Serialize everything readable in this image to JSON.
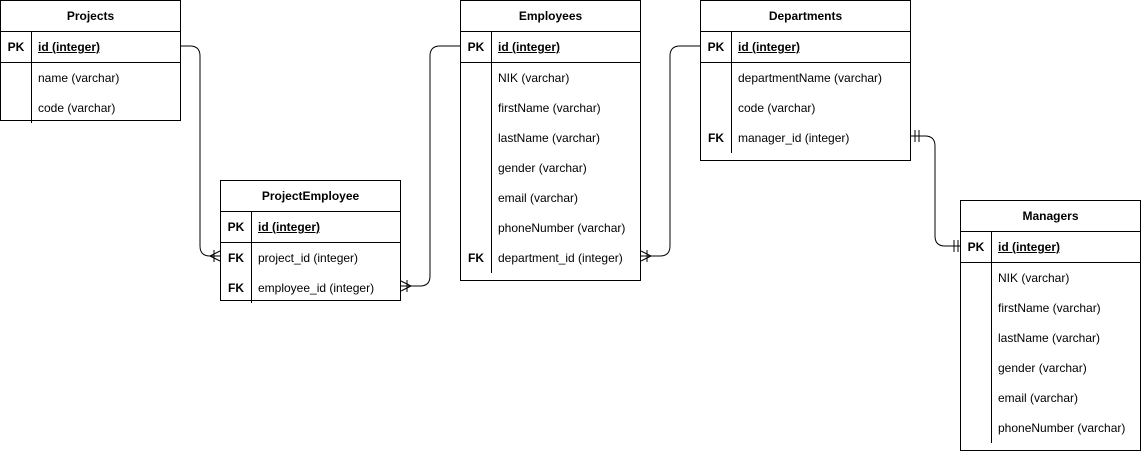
{
  "entities": {
    "projects": {
      "title": "Projects",
      "rows": [
        {
          "key": "PK",
          "field": "id (integer)"
        },
        {
          "key": "",
          "field": "name (varchar)"
        },
        {
          "key": "",
          "field": "code (varchar)"
        }
      ]
    },
    "project_employee": {
      "title": "ProjectEmployee",
      "rows": [
        {
          "key": "PK",
          "field": "id (integer)"
        },
        {
          "key": "FK",
          "field": "project_id (integer)"
        },
        {
          "key": "FK",
          "field": "employee_id (integer)"
        }
      ]
    },
    "employees": {
      "title": "Employees",
      "rows": [
        {
          "key": "PK",
          "field": "id (integer)"
        },
        {
          "key": "",
          "field": "NIK (varchar)"
        },
        {
          "key": "",
          "field": "firstName (varchar)"
        },
        {
          "key": "",
          "field": "lastName (varchar)"
        },
        {
          "key": "",
          "field": "gender (varchar)"
        },
        {
          "key": "",
          "field": "email (varchar)"
        },
        {
          "key": "",
          "field": "phoneNumber (varchar)"
        },
        {
          "key": "FK",
          "field": "department_id (integer)"
        }
      ]
    },
    "departments": {
      "title": "Departments",
      "rows": [
        {
          "key": "PK",
          "field": "id (integer)"
        },
        {
          "key": "",
          "field": "departmentName (varchar)"
        },
        {
          "key": "",
          "field": "code (varchar)"
        },
        {
          "key": "FK",
          "field": "manager_id (integer)"
        }
      ]
    },
    "managers": {
      "title": "Managers",
      "rows": [
        {
          "key": "PK",
          "field": "id (integer)"
        },
        {
          "key": "",
          "field": "NIK (varchar)"
        },
        {
          "key": "",
          "field": "firstName (varchar)"
        },
        {
          "key": "",
          "field": "lastName (varchar)"
        },
        {
          "key": "",
          "field": "gender (varchar)"
        },
        {
          "key": "",
          "field": "email (varchar)"
        },
        {
          "key": "",
          "field": "phoneNumber (varchar)"
        }
      ]
    }
  }
}
